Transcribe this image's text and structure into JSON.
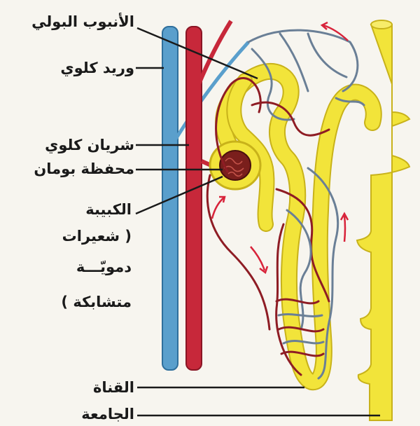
{
  "labels": {
    "tubule": "الأنبوب البولي",
    "renal_vein": "وريد كلوي",
    "renal_artery": "شريان كلوي",
    "bowman_capsule": "محفظة بومان",
    "glomerulus": [
      "الكبيبة",
      "( شعيرات",
      "دمويّـــة",
      "متشابكة )"
    ],
    "collecting_duct": [
      "القناة",
      "الجامعة"
    ]
  },
  "colors": {
    "tubule": "#f2e43a",
    "tubule_edge": "#c8b21a",
    "vein": "#5a9fcc",
    "artery": "#c7283a",
    "capillary_red": "#8e1c24",
    "capillary_blue": "#6a7f96",
    "arrow": "#d8233a",
    "leader": "#1a1a1a"
  },
  "icons": [
    "flow-arrow-icon"
  ]
}
